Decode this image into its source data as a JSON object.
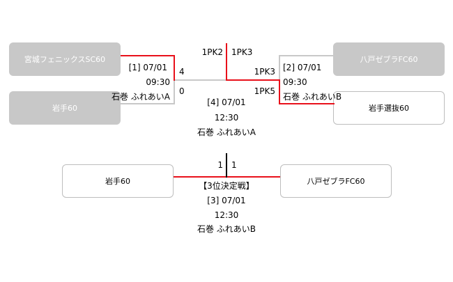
{
  "colors": {
    "winner_line": "#e8101a",
    "loser_line": "#c8c8c8",
    "eliminated_box": "#c8c8c8"
  },
  "teams": {
    "t1": "宮城フェニックスSC60",
    "t2": "岩手60",
    "t3": "八戸ゼブラFC60",
    "t4": "岩手選抜60",
    "t5": "岩手60",
    "t6": "八戸ゼブラFC60"
  },
  "match1": {
    "label": "[1] 07/01",
    "time": "09:30",
    "score_top": "4",
    "score_bottom": "0",
    "venue": "石巻 ふれあいA"
  },
  "match2": {
    "label": "[2] 07/01",
    "time": "09:30",
    "score_top": "1PK3",
    "score_bottom": "1PK5",
    "venue": "石巻 ふれあいB"
  },
  "match4": {
    "label": "[4] 07/01",
    "time": "12:30",
    "score_left": "1PK2",
    "score_right": "1PK3",
    "venue": "石巻 ふれあいA"
  },
  "match3": {
    "title": "【3位決定戦】",
    "label": "[3] 07/01",
    "time": "12:30",
    "score_left": "1",
    "score_right": "1",
    "venue": "石巻 ふれあいB"
  }
}
